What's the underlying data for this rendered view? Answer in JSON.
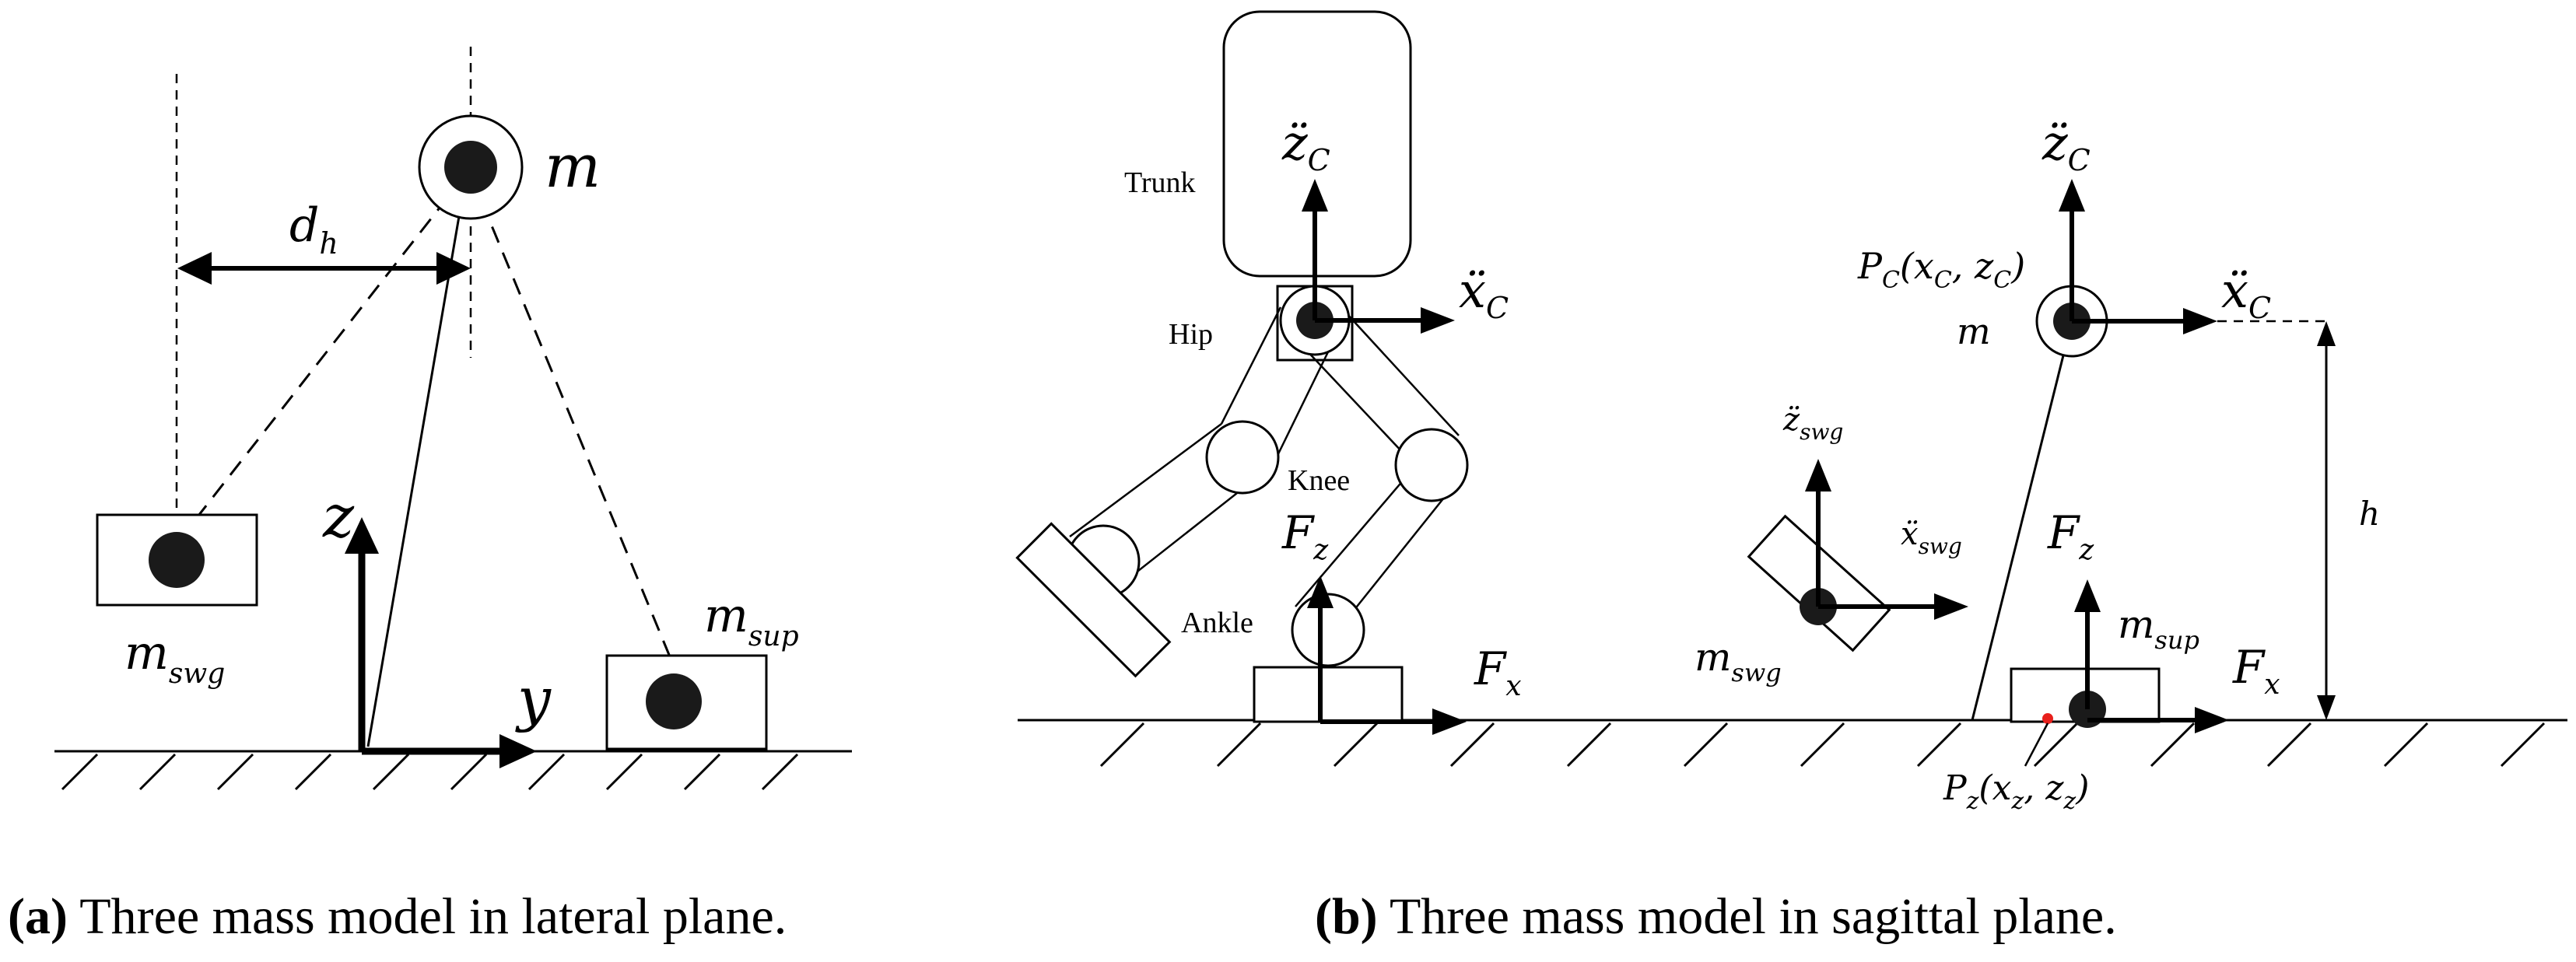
{
  "panel_a": {
    "labels": {
      "m": "m",
      "d": "d",
      "d_sub": "h",
      "z": "z",
      "y": "y",
      "m_swg": "m",
      "m_swg_sub": "swg",
      "m_sup": "m",
      "m_sup_sub": "sup"
    },
    "caption_letter": "(a)",
    "caption_text": " Three mass model in lateral plane."
  },
  "panel_b": {
    "robot_labels": {
      "trunk": "Trunk",
      "hip": "Hip",
      "knee": "Knee",
      "ankle": "Ankle"
    },
    "left": {
      "zc": "z̈",
      "zc_sub": "C",
      "xc": "ẍ",
      "xc_sub": "C",
      "fz": "F",
      "fz_sub": "z",
      "fx": "F",
      "fx_sub": "x"
    },
    "right": {
      "zc": "z̈",
      "zc_sub": "C",
      "pc": "P",
      "pc_sub": "C",
      "pc_args_open": "(x",
      "pc_args_sub1": "C",
      "pc_args_mid": ", z",
      "pc_args_sub2": "C",
      "pc_args_close": ")",
      "m": "m",
      "xc": "ẍ",
      "xc_sub": "C",
      "h": "h",
      "zswg": "z̈",
      "zswg_sub": "swg",
      "xswg": "ẍ",
      "xswg_sub": "swg",
      "fz": "F",
      "fz_sub": "z",
      "msup": "m",
      "msup_sub": "sup",
      "fx": "F",
      "fx_sub": "x",
      "mswg": "m",
      "mswg_sub": "swg",
      "pz": "P",
      "pz_sub": "z",
      "pz_args_open": "(x",
      "pz_args_sub1": "z",
      "pz_args_mid": ", z",
      "pz_args_sub2": "z",
      "pz_args_close": ")"
    },
    "caption_letter": "(b)",
    "caption_text": " Three mass model in sagittal plane."
  },
  "colors": {
    "ink": "#000000",
    "mass_fill": "#1a1a1a",
    "zmp_marker": "#e8201c"
  }
}
